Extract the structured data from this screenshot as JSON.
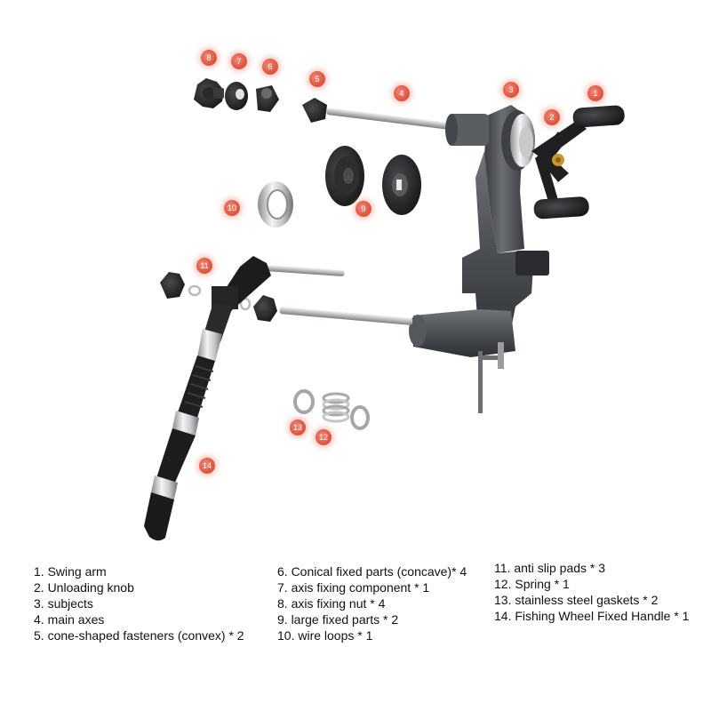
{
  "callouts": [
    "1",
    "2",
    "3",
    "4",
    "5",
    "6",
    "7",
    "8",
    "9",
    "10",
    "11",
    "12",
    "13",
    "14"
  ],
  "legend": {
    "col1": [
      "1. Swing arm",
      "2. Unloading knob",
      "3. subjects",
      "4. main axes",
      "5. cone-shaped fasteners (convex) * 2"
    ],
    "col2": [
      "6. Conical fixed parts (concave)* 4",
      "7. axis fixing component * 1",
      "8. axis fixing nut * 4",
      "9. large fixed parts * 2",
      "10. wire loops * 1"
    ],
    "col3": [
      "11. anti slip pads * 3",
      "12. Spring * 1",
      "13. stainless steel gaskets * 2",
      "14. Fishing Wheel Fixed Handle * 1"
    ]
  },
  "colors": {
    "callout": "#e05a45",
    "metal_dark": "#4a4d52",
    "rubber": "#1c1c1e",
    "chrome": "#d8dadc",
    "brass": "#c8962e"
  }
}
